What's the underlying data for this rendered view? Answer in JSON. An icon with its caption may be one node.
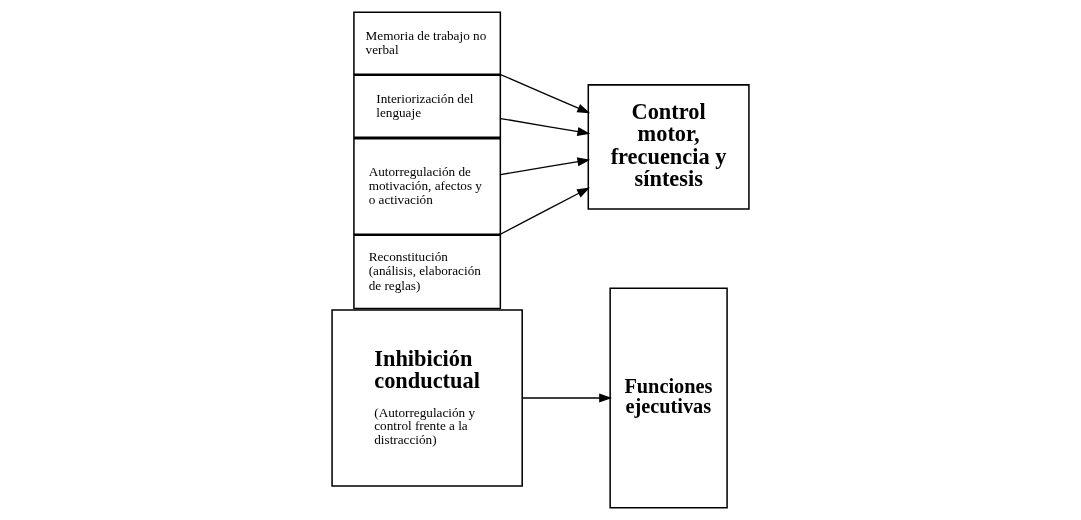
{
  "diagram": {
    "nodes": [
      {
        "text": [
          "Inhibición conductual",
          "(Autorregulación y control frente a la distracción)"
        ]
      },
      {
        "text": [
          "Funciones ejecutivas"
        ]
      },
      {
        "text": [
          "Memoria de trabajo no verbal"
        ]
      },
      {
        "text": [
          "Interiorización del lenguaje"
        ]
      },
      {
        "text": [
          "Autorregulación de motivación, afectos y o activación"
        ]
      },
      {
        "text": [
          "Reconstitución (análisis, elaboración de reglas)"
        ]
      },
      {
        "text": [
          "Control motor, frecuencia y síntesis"
        ]
      }
    ],
    "edges": [
      {
        "from": 0,
        "to": 1,
        "arrow": "to"
      },
      {
        "from": 2,
        "to": 6,
        "arrow": "to"
      },
      {
        "from": 3,
        "to": 6,
        "arrow": "to"
      },
      {
        "from": 4,
        "to": 6,
        "arrow": "to"
      },
      {
        "from": 5,
        "to": 6,
        "arrow": "to"
      }
    ]
  }
}
